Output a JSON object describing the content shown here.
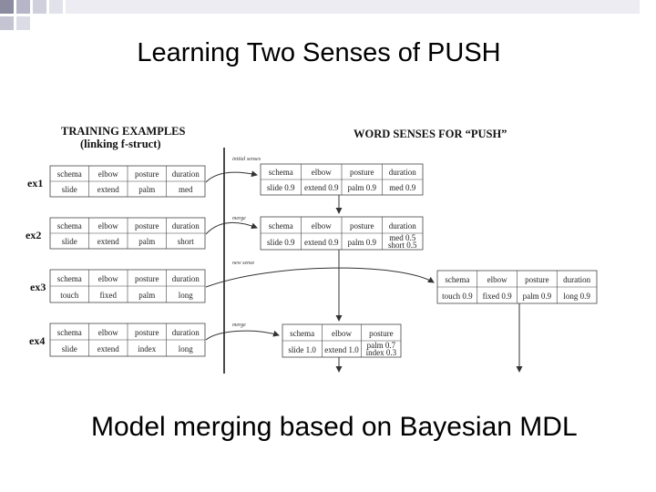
{
  "slide": {
    "title": "Learning Two Senses of PUSH",
    "caption": "Model merging based on Bayesian MDL"
  },
  "diagram": {
    "training_title": "TRAINING EXAMPLES",
    "training_subtitle": "(linking f-struct)",
    "senses_title": "WORD SENSES FOR “PUSH”",
    "step_labels": [
      "initial senses",
      "merge",
      "new sense",
      "merge"
    ],
    "examples": [
      {
        "label": "ex1",
        "header": [
          "schema",
          "elbow",
          "posture",
          "duration"
        ],
        "values": [
          "slide",
          "extend",
          "palm",
          "med"
        ]
      },
      {
        "label": "ex2",
        "header": [
          "schema",
          "elbow",
          "posture",
          "duration"
        ],
        "values": [
          "slide",
          "extend",
          "palm",
          "short"
        ]
      },
      {
        "label": "ex3",
        "header": [
          "schema",
          "elbow",
          "posture",
          "duration"
        ],
        "values": [
          "touch",
          "fixed",
          "palm",
          "long"
        ]
      },
      {
        "label": "ex4",
        "header": [
          "schema",
          "elbow",
          "posture",
          "duration"
        ],
        "values": [
          "slide",
          "extend",
          "index",
          "long"
        ]
      }
    ],
    "senses": [
      {
        "header": [
          "schema",
          "elbow",
          "posture",
          "duration"
        ],
        "values": [
          "slide 0.9",
          "extend 0.9",
          "palm 0.9",
          "med 0.9"
        ]
      },
      {
        "header": [
          "schema",
          "elbow",
          "posture",
          "duration"
        ],
        "values": [
          "slide 0.9",
          "extend 0.9",
          "palm 0.9",
          "med 0.5",
          "short 0.5"
        ]
      },
      {
        "header": [
          "schema",
          "elbow",
          "posture",
          "duration"
        ],
        "values": [
          "touch 0.9",
          "fixed 0.9",
          "palm 0.9",
          "long 0.9"
        ]
      },
      {
        "header": [
          "schema",
          "elbow",
          "posture"
        ],
        "values": [
          "slide 1.0",
          "extend 1.0",
          "palm 0.7",
          "index 0.3"
        ]
      }
    ]
  }
}
